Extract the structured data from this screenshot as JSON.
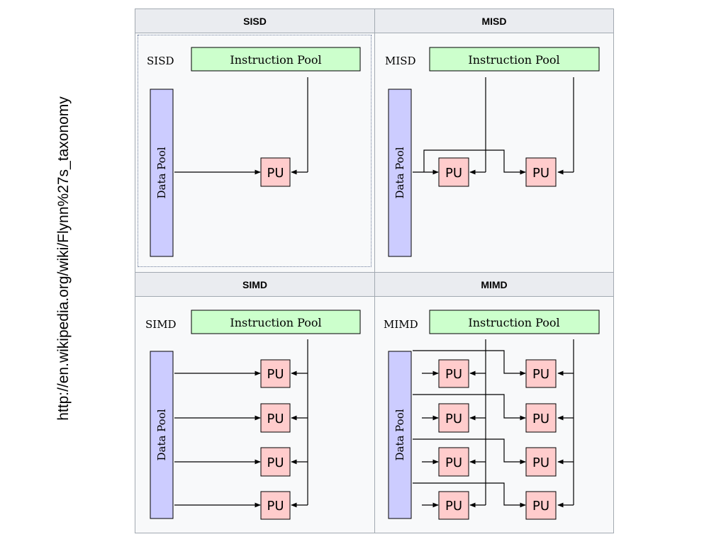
{
  "source_url": "http://en.wikipedia.org/wiki/Flynn%27s_taxonomy",
  "labels": {
    "instruction_pool": "Instruction Pool",
    "data_pool": "Data Pool",
    "pu": "PU"
  },
  "cells": [
    {
      "header": "SISD",
      "tag": "SISD"
    },
    {
      "header": "MISD",
      "tag": "MISD"
    },
    {
      "header": "SIMD",
      "tag": "SIMD"
    },
    {
      "header": "MIMD",
      "tag": "MIMD"
    }
  ],
  "colors": {
    "instruction_pool_fill": "#ccffcc",
    "data_pool_fill": "#ccccff",
    "pu_fill": "#ffcccc",
    "header_bg": "#eaecf0",
    "cell_bg": "#f8f9fa"
  }
}
